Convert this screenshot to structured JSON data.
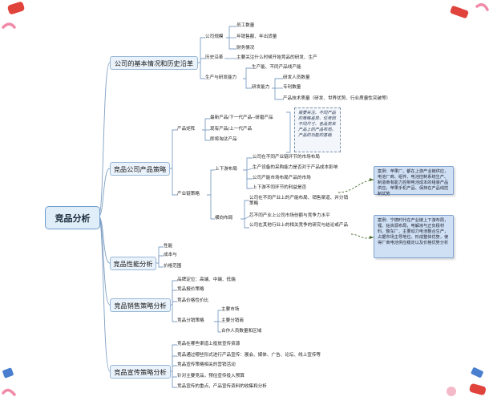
{
  "root": "竞品分析",
  "colors": {
    "line": "#7f9fc4",
    "root_bg": "#dfeef9",
    "node_bg": "#eaf3fb",
    "callout_bg": "#cfe0f4",
    "dash": "#4a6a2a",
    "deco_pink": "#f08aa8",
    "deco_red": "#e0433c",
    "deco_blue": "#4a7fd0"
  },
  "b1": {
    "label": "公司的基本情况和历史沿革",
    "scale": {
      "label": "公司规模",
      "items": [
        "员工数量",
        "年销售额、年出货量",
        "财务情况"
      ]
    },
    "history": {
      "label": "历史沿革",
      "item": "主要关注什么时候开始竞品的研发、生产"
    },
    "capacity": {
      "label": "生产与研发能力",
      "production": "生产能、不同产品线产能",
      "rd": {
        "label": "研发能力",
        "items": [
          "研发人员数量",
          "专利数量",
          "产品技术质量（研发、世界优势、行业质量性突破等）"
        ]
      }
    }
  },
  "b2": {
    "label": "竞品公司产品策略",
    "product": {
      "label": "产品矩阵",
      "items": [
        "最新产品/下一代产品--研磨产品",
        "现有产品/上一代产品",
        "即将淘汰产品"
      ],
      "note": "需要关注、不同产品的策略差异、任务因不同尺寸、各品类来产品上的产品布局。产品的功能的基础"
    },
    "chain": {
      "label": "产业链策略",
      "upstream": {
        "label": "上下游布局",
        "items": [
          "公司在不同产业链环节的市场布局",
          "生产设备的采购能力是否对于产品成本影响",
          "公司产能市场布局产品的市场",
          "上下游不同环节的利益是否"
        ]
      },
      "transverse": {
        "label": "横向布局",
        "items": [
          "公司在不同产业上的产能布局、销售渠道、并分销策略",
          "芯不同产业上公司市场份额与竞争力水平",
          "公司在其他行业上的相关竞争的研究与结论或产品"
        ]
      },
      "callout1": "案例：苹果厂、都在上游产业链供应，电池厂商、组件、电池控制系统生产、制造商有能力控制电池成本的组装产品供应，苹果手机产品、保持在产品线控制优势",
      "callout2": "案例：宁德时代在产业链上下游布局，锂、钴资源布局，电解液与正负极材料、整车厂、主要动力电池整合生产，占据市场主导地位、形成整体优势，使得厂商电池供应稳定以及价格优势分析"
    }
  },
  "b3": {
    "label": "竞品性能分析",
    "items": [
      "性能",
      "成本与",
      "价格范围"
    ]
  },
  "b4": {
    "label": "竞品销售策略分析",
    "items": [
      "品牌定位：高端、中端、低端",
      "竞品报价策略",
      "竞品价格性价比"
    ],
    "distribution": {
      "label": "竞品分销策略",
      "items": [
        "主要市场",
        "主要分销商",
        "合作人员数量和区域"
      ]
    }
  },
  "b5": {
    "label": "竞品宣传策略分析",
    "items": [
      "竞品在哪些渠道上投放宣传资源",
      "竞品通过哪些形式进行产品宣传：展会、媒体、广告、论坛、线上宣传等",
      "竞品宣传策略相关的营销活动",
      "针对主要竞品，预估宣传投入预算",
      "竞品宣传的重点，产品宣传资料的收集和分析"
    ]
  }
}
